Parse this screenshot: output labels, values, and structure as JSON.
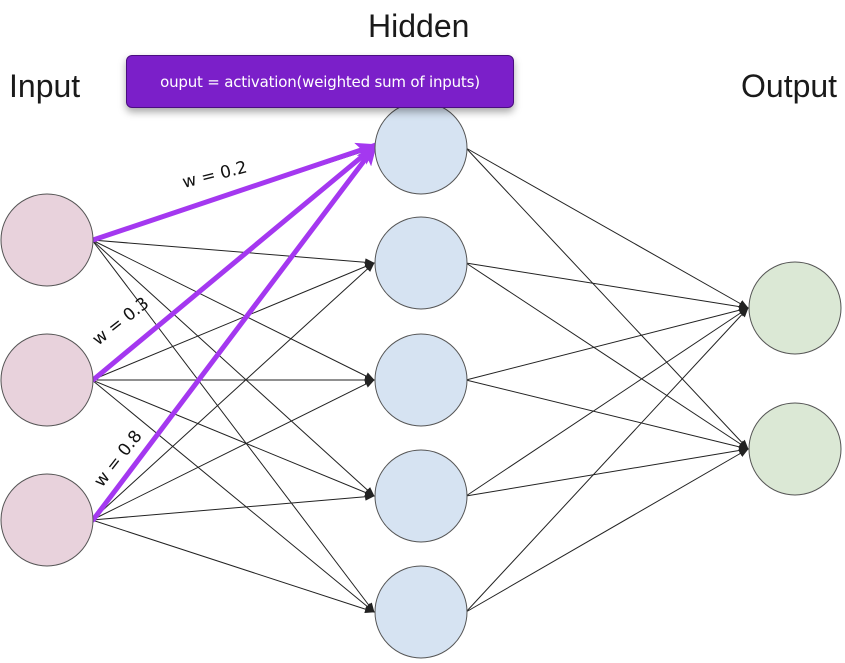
{
  "labels": {
    "input": "Input",
    "hidden": "Hidden",
    "output": "Output"
  },
  "formula": "ouput = activation(weighted sum of inputs)",
  "layers": {
    "input_nodes": 3,
    "hidden_nodes": 5,
    "output_nodes": 2
  },
  "highlighted_weights": [
    {
      "from_input": 1,
      "to_hidden": 1,
      "label": "w = 0.2"
    },
    {
      "from_input": 2,
      "to_hidden": 1,
      "label": "w = 0.3"
    },
    {
      "from_input": 3,
      "to_hidden": 1,
      "label": "w = 0.8"
    }
  ],
  "colors": {
    "input_fill": "#e8d2dc",
    "hidden_fill": "#d6e3f2",
    "output_fill": "#dbe8d5",
    "node_stroke": "#555555",
    "edge": "#222222",
    "highlight": "#a438f0",
    "formula_bg": "#7b1fc9"
  }
}
